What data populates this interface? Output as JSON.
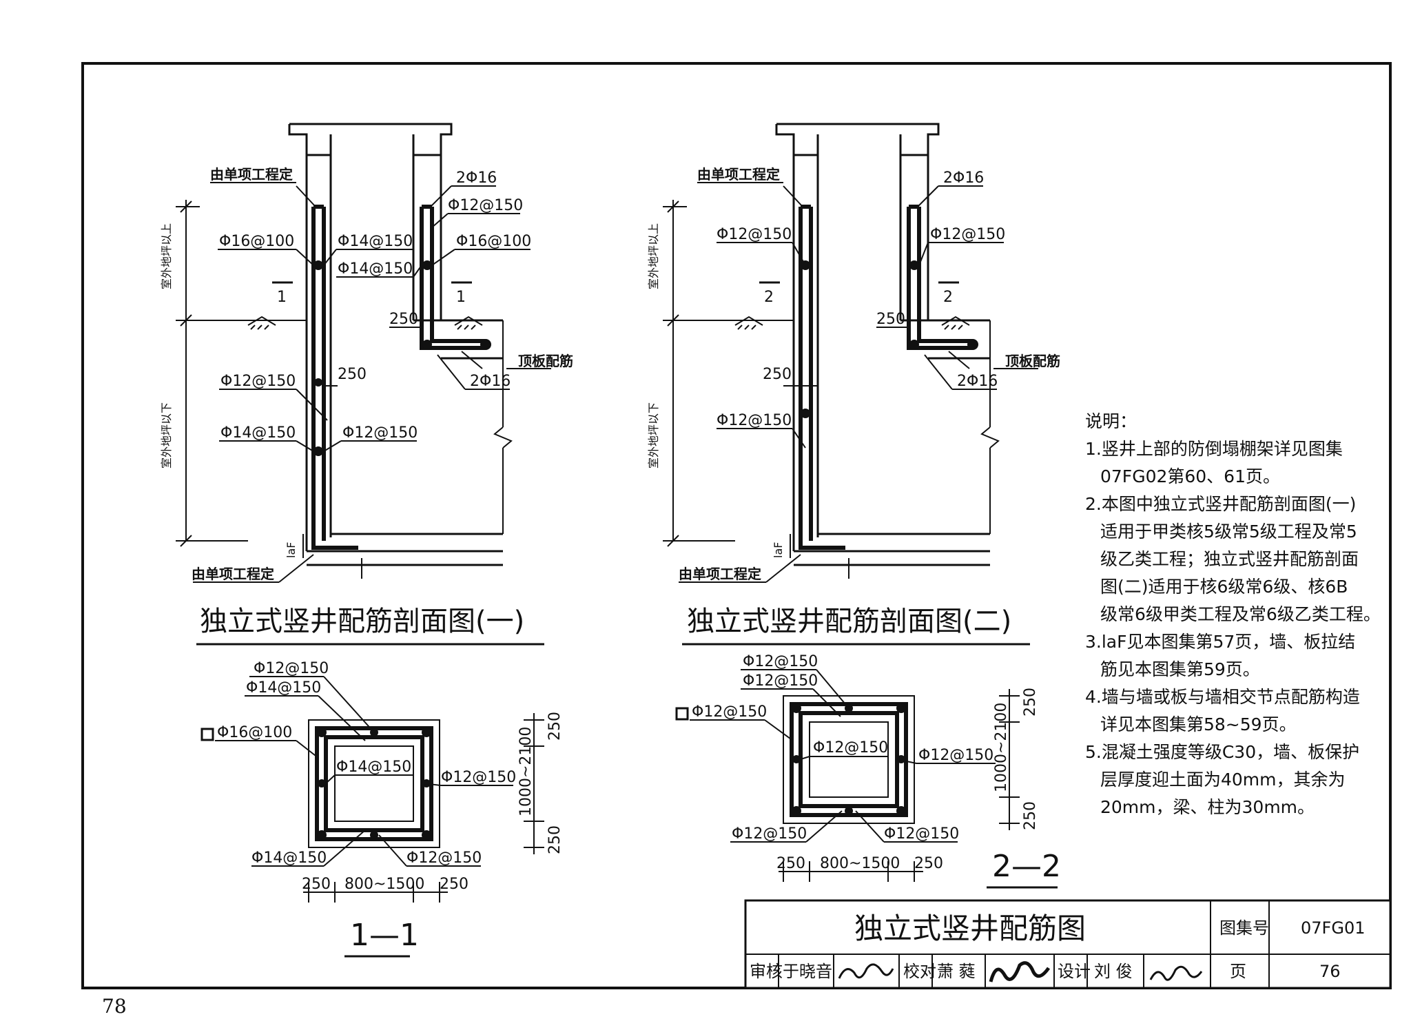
{
  "drawing": {
    "title": "独立式竖井配筋图",
    "page_number_outside": "78",
    "atlas_label": "图集号",
    "atlas_code": "07FG01",
    "page_label": "页",
    "page_value": "76",
    "review_label": "审核",
    "review_name": "于晓音",
    "check_label": "校对",
    "check_name": "萧 蕤",
    "design_label": "设计",
    "design_name": "刘 俊"
  },
  "section_one": {
    "title": "独立式竖井配筋剖面图(一)",
    "label_by_project_top": "由单项工程定",
    "label_by_project_bottom": "由单项工程定",
    "above_ground": "室外地坪以上",
    "below_ground": "室外地坪以下",
    "rebar_left_top": "Φ16@100",
    "rebar_mid_top1": "Φ14@150",
    "rebar_mid_top2": "Φ14@150",
    "rebar_right_2phi16": "2Φ16",
    "rebar_right_12": "Φ12@150",
    "rebar_right_16": "Φ16@100",
    "rebar_left_mid": "Φ12@150",
    "rebar_left_low": "Φ14@150",
    "rebar_right_low": "Φ12@150",
    "dim_250_a": "250",
    "dim_250_b": "250",
    "slab_rebar": "顶板配筋",
    "slab_2phi16": "2Φ16",
    "cut_mark_left": "1",
    "cut_mark_right": "1",
    "laf": "laF"
  },
  "section_two": {
    "title": "独立式竖井配筋剖面图(二)",
    "label_by_project_top": "由单项工程定",
    "label_by_project_bottom": "由单项工程定",
    "above_ground": "室外地坪以上",
    "below_ground": "室外地坪以下",
    "rebar_right_2phi16": "2Φ16",
    "rebar_left_top": "Φ12@150",
    "rebar_right_top": "Φ12@150",
    "rebar_left_low": "Φ12@150",
    "dim_250_a": "250",
    "dim_250_b": "250",
    "slab_rebar": "顶板配筋",
    "slab_2phi16": "2Φ16",
    "cut_mark_left": "2",
    "cut_mark_right": "2",
    "laf": "laF"
  },
  "plan_one": {
    "name": "1—1",
    "top1": "Φ12@150",
    "top2": "Φ14@150",
    "left": "Φ16@100",
    "inner": "Φ14@150",
    "right": "Φ12@150",
    "bottom_left": "Φ14@150",
    "bottom_right": "Φ12@150",
    "dim_250_left": "250",
    "dim_width": "800~1500",
    "dim_250_right": "250",
    "dim_250_top_v": "250",
    "dim_height_v": "1000~2100",
    "dim_250_bottom_v": "250"
  },
  "plan_two": {
    "name": "2—2",
    "top1": "Φ12@150",
    "top2": "Φ12@150",
    "left": "Φ12@150",
    "inner": "Φ12@150",
    "right": "Φ12@150",
    "bottom_left": "Φ12@150",
    "bottom_right": "Φ12@150",
    "dim_250_left": "250",
    "dim_width": "800~1500",
    "dim_250_right": "250",
    "dim_250_top_v": "250",
    "dim_height_v": "1000~2100",
    "dim_250_bottom_v": "250"
  },
  "notes": {
    "heading": "说明：",
    "lines": [
      "1.竖井上部的防倒塌棚架详见图集",
      "07FG02第60、61页。",
      "2.本图中独立式竖井配筋剖面图(一)",
      "适用于甲类核5级常5级工程及常5",
      "级乙类工程；独立式竖井配筋剖面",
      "图(二)适用于核6级常6级、核6B",
      "级常6级甲类工程及常6级乙类工程。",
      "3.laF见本图集第57页，墙、板拉结",
      "筋见本图集第59页。",
      "4.墙与墙或板与墙相交节点配筋构造",
      "详见本图集第58~59页。",
      "5.混凝土强度等级C30，墙、板保护",
      "层厚度迎土面为40mm，其余为",
      "20mm，梁、柱为30mm。"
    ]
  }
}
